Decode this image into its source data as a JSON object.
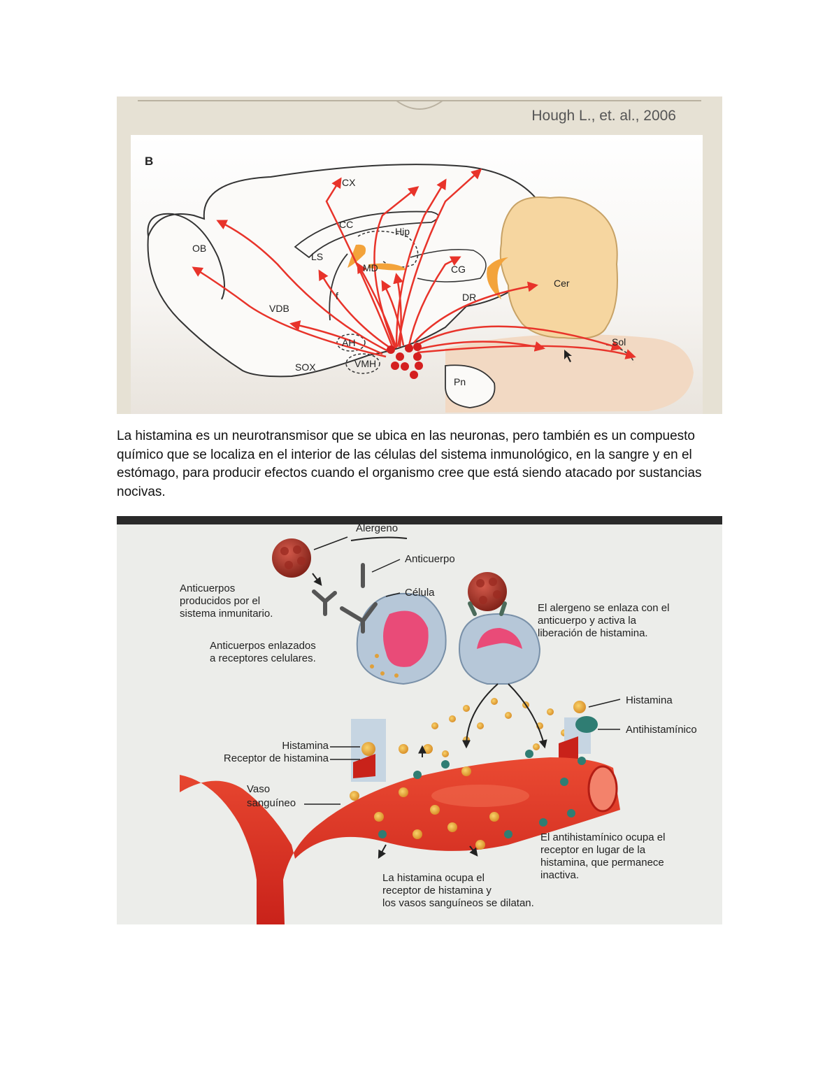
{
  "figure1": {
    "citation": "Hough L., et. al., 2006",
    "panel_label": "B",
    "labels": {
      "cx": "CX",
      "cc": "CC",
      "hip": "Hip",
      "ob": "OB",
      "ls": "LS",
      "md": "MD",
      "cg": "CG",
      "cer": "Cer",
      "dr": "DR",
      "f": "f",
      "vdb": "VDB",
      "ah": "AH",
      "vmh": "VMH",
      "sox": "SOX",
      "pn": "Pn",
      "sol": "Sol"
    }
  },
  "paragraph": "La histamina es un neurotransmisor que se ubica en las neuronas, pero también es un compuesto químico que se localiza en el interior de las células del sistema inmunológico, en la sangre y en el estómago, para producir efectos cuando el organismo cree que está siendo atacado por sustancias nocivas.",
  "figure2": {
    "alergeno": "Alergeno",
    "anticuerpo": "Anticuerpo",
    "celula": "Célula",
    "anticuerpos_producidos": [
      "Anticuerpos",
      "producidos por el",
      "sistema inmunitario."
    ],
    "anticuerpos_enlazados": [
      "Anticuerpos enlazados",
      "a receptores celulares."
    ],
    "alergeno_enlaza": [
      "El alergeno se enlaza con el",
      "anticuerpo y activa la",
      "liberación de histamina."
    ],
    "histamina_right": "Histamina",
    "antihistaminico": "Antihistamínico",
    "histamina_left": "Histamina",
    "receptor": "Receptor de histamina",
    "vaso": [
      "Vaso",
      "sanguíneo"
    ],
    "antihistaminico_ocupa": [
      "El antihistamínico ocupa el",
      "receptor en lugar de la",
      "histamina, que permanece",
      "inactiva."
    ],
    "histamina_ocupa": [
      "La histamina ocupa el",
      "receptor de histamina y",
      "los vasos sanguíneos se dilatan."
    ]
  }
}
